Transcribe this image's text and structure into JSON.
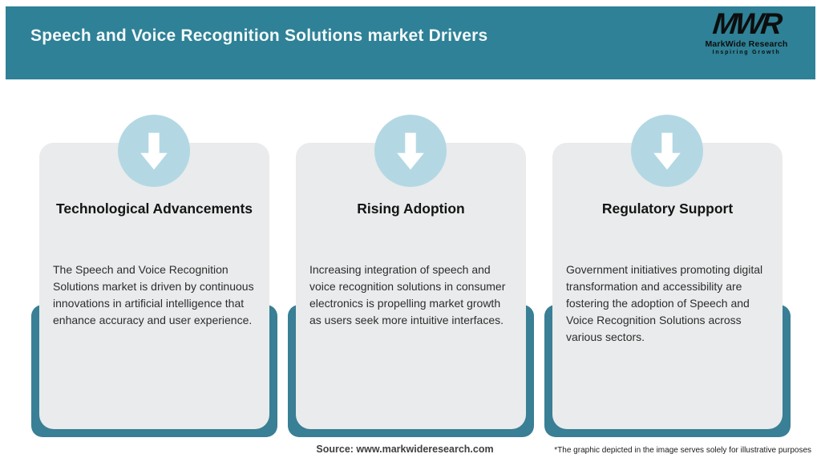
{
  "header": {
    "title": "Speech and Voice Recognition Solutions market Drivers",
    "logo": {
      "abbr": "MWR",
      "name": "MarkWide Research",
      "tagline": "Inspiring Growth"
    }
  },
  "cards": [
    {
      "icon": "arrow-down-icon",
      "title": "Technological Advancements",
      "body": "The Speech and Voice Recognition Solutions market is driven by continuous innovations in artificial intelligence that enhance accuracy and user experience."
    },
    {
      "icon": "arrow-down-icon",
      "title": "Rising Adoption",
      "body": "Increasing integration of speech and voice recognition solutions in consumer electronics is propelling market growth as users seek more intuitive interfaces."
    },
    {
      "icon": "arrow-down-icon",
      "title": "Regulatory Support",
      "body": "Government initiatives promoting digital transformation and accessibility are fostering the adoption of Speech and Voice Recognition Solutions across various sectors."
    }
  ],
  "footer": {
    "source": "Source: www.markwideresearch.com",
    "disclaimer": "*The graphic depicted in the image serves solely for illustrative purposes"
  },
  "colors": {
    "header_teal": "#2e8196",
    "backdrop_teal": "#397f95",
    "circle_blue": "#b3d8e4",
    "card_gray": "#e9ebec"
  }
}
